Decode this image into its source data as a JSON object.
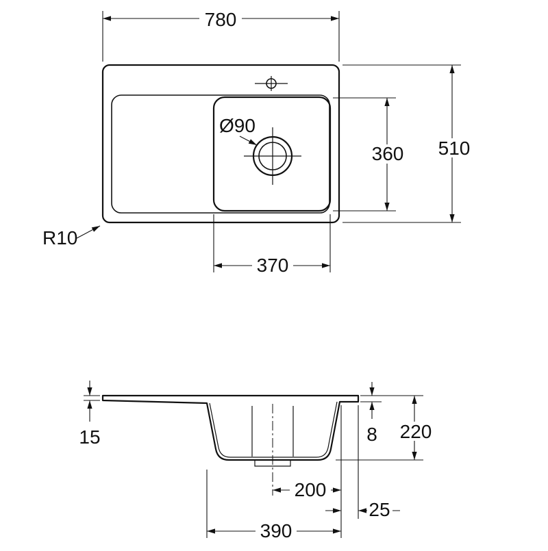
{
  "drawing": {
    "type": "sink-dimension-drawing",
    "line_color": "#111111",
    "background_color": "#ffffff"
  },
  "top_view": {
    "overall_width": "780",
    "overall_height": "510",
    "bowl_height": "360",
    "bowl_width": "370",
    "drain_diameter": "Ø90",
    "corner_radius": "R10"
  },
  "section_view": {
    "left_rim_thickness": "15",
    "right_rim_thickness": "8",
    "overall_depth": "220",
    "drain_center_offset": "200",
    "rim_overhang": "25",
    "bowl_width": "390"
  }
}
